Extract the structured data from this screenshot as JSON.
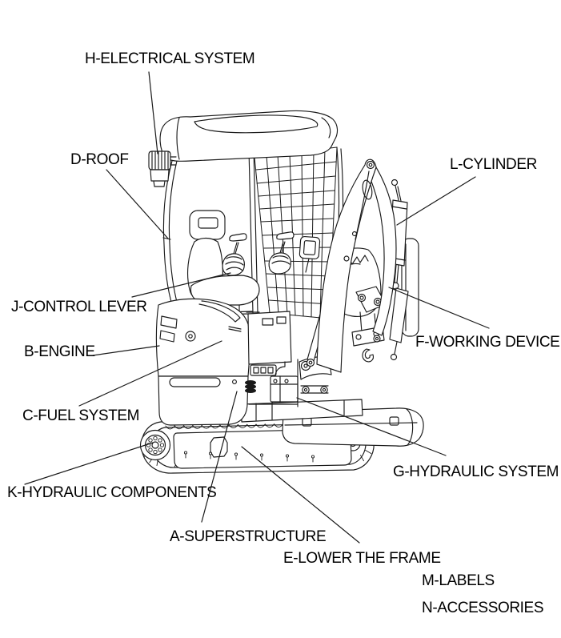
{
  "diagram": {
    "type": "parts-overview",
    "subject": "mini-excavator",
    "background_color": "#ffffff",
    "line_color": "#1a1a1a",
    "label_color": "#000000",
    "parts": [
      {
        "code": "H",
        "label": "H-ELECTRICAL SYSTEM"
      },
      {
        "code": "D",
        "label": "D-ROOF"
      },
      {
        "code": "L",
        "label": "L-CYLINDER"
      },
      {
        "code": "J",
        "label": "J-CONTROL LEVER"
      },
      {
        "code": "B",
        "label": "B-ENGINE"
      },
      {
        "code": "F",
        "label": "F-WORKING DEVICE"
      },
      {
        "code": "C",
        "label": "C-FUEL SYSTEM"
      },
      {
        "code": "G",
        "label": "G-HYDRAULIC SYSTEM"
      },
      {
        "code": "K",
        "label": "K-HYDRAULIC COMPONENTS"
      },
      {
        "code": "A",
        "label": "A-SUPERSTRUCTURE"
      },
      {
        "code": "E",
        "label": "E-LOWER THE FRAME"
      },
      {
        "code": "M",
        "label": "M-LABELS"
      },
      {
        "code": "N",
        "label": "N-ACCESSORIES"
      }
    ]
  }
}
